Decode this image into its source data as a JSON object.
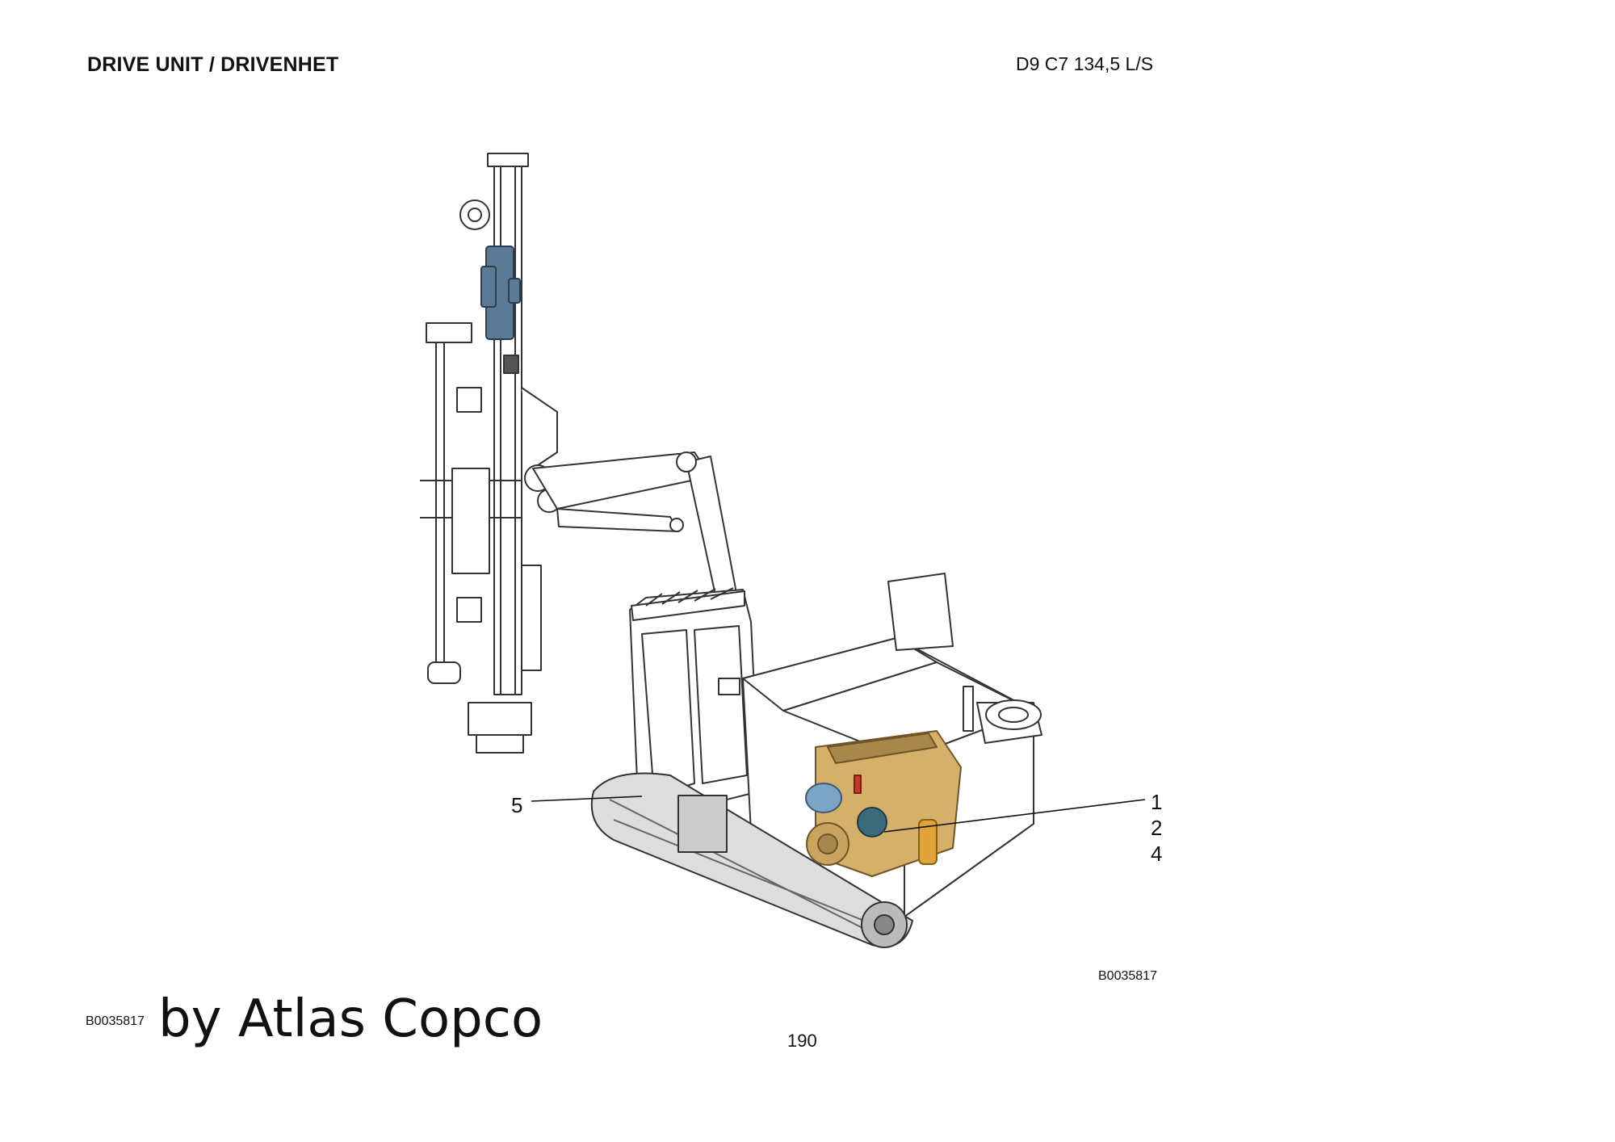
{
  "header": {
    "title": "DRIVE UNIT / DRIVENHET",
    "model": "D9 C7 134,5 L/S"
  },
  "figure": {
    "callouts": [
      "1",
      "2",
      "4",
      "5"
    ],
    "image_code": "B0035817"
  },
  "footer": {
    "code": "B0035817",
    "brand": "by Atlas Copco",
    "page_number": "190"
  },
  "colors": {
    "engine": "#d4b06a",
    "engine_dark": "#a8874a",
    "hammer": "#5b7a95",
    "filter": "#e0a43a",
    "line": "#333333"
  }
}
